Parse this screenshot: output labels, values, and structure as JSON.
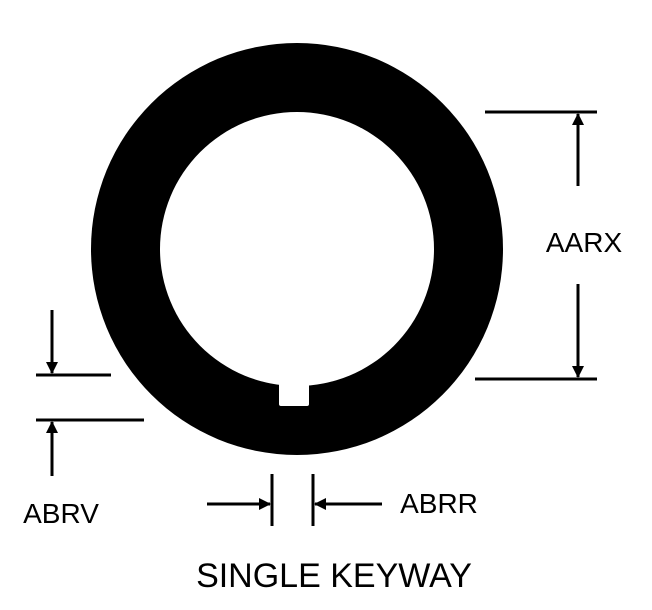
{
  "diagram": {
    "caption": "SINGLE KEYWAY",
    "labels": {
      "outer_diameter": "AARX",
      "keyway_depth": "ABRV",
      "keyway_width": "ABRR"
    },
    "colors": {
      "ink": "#000000",
      "background": "#ffffff"
    }
  }
}
